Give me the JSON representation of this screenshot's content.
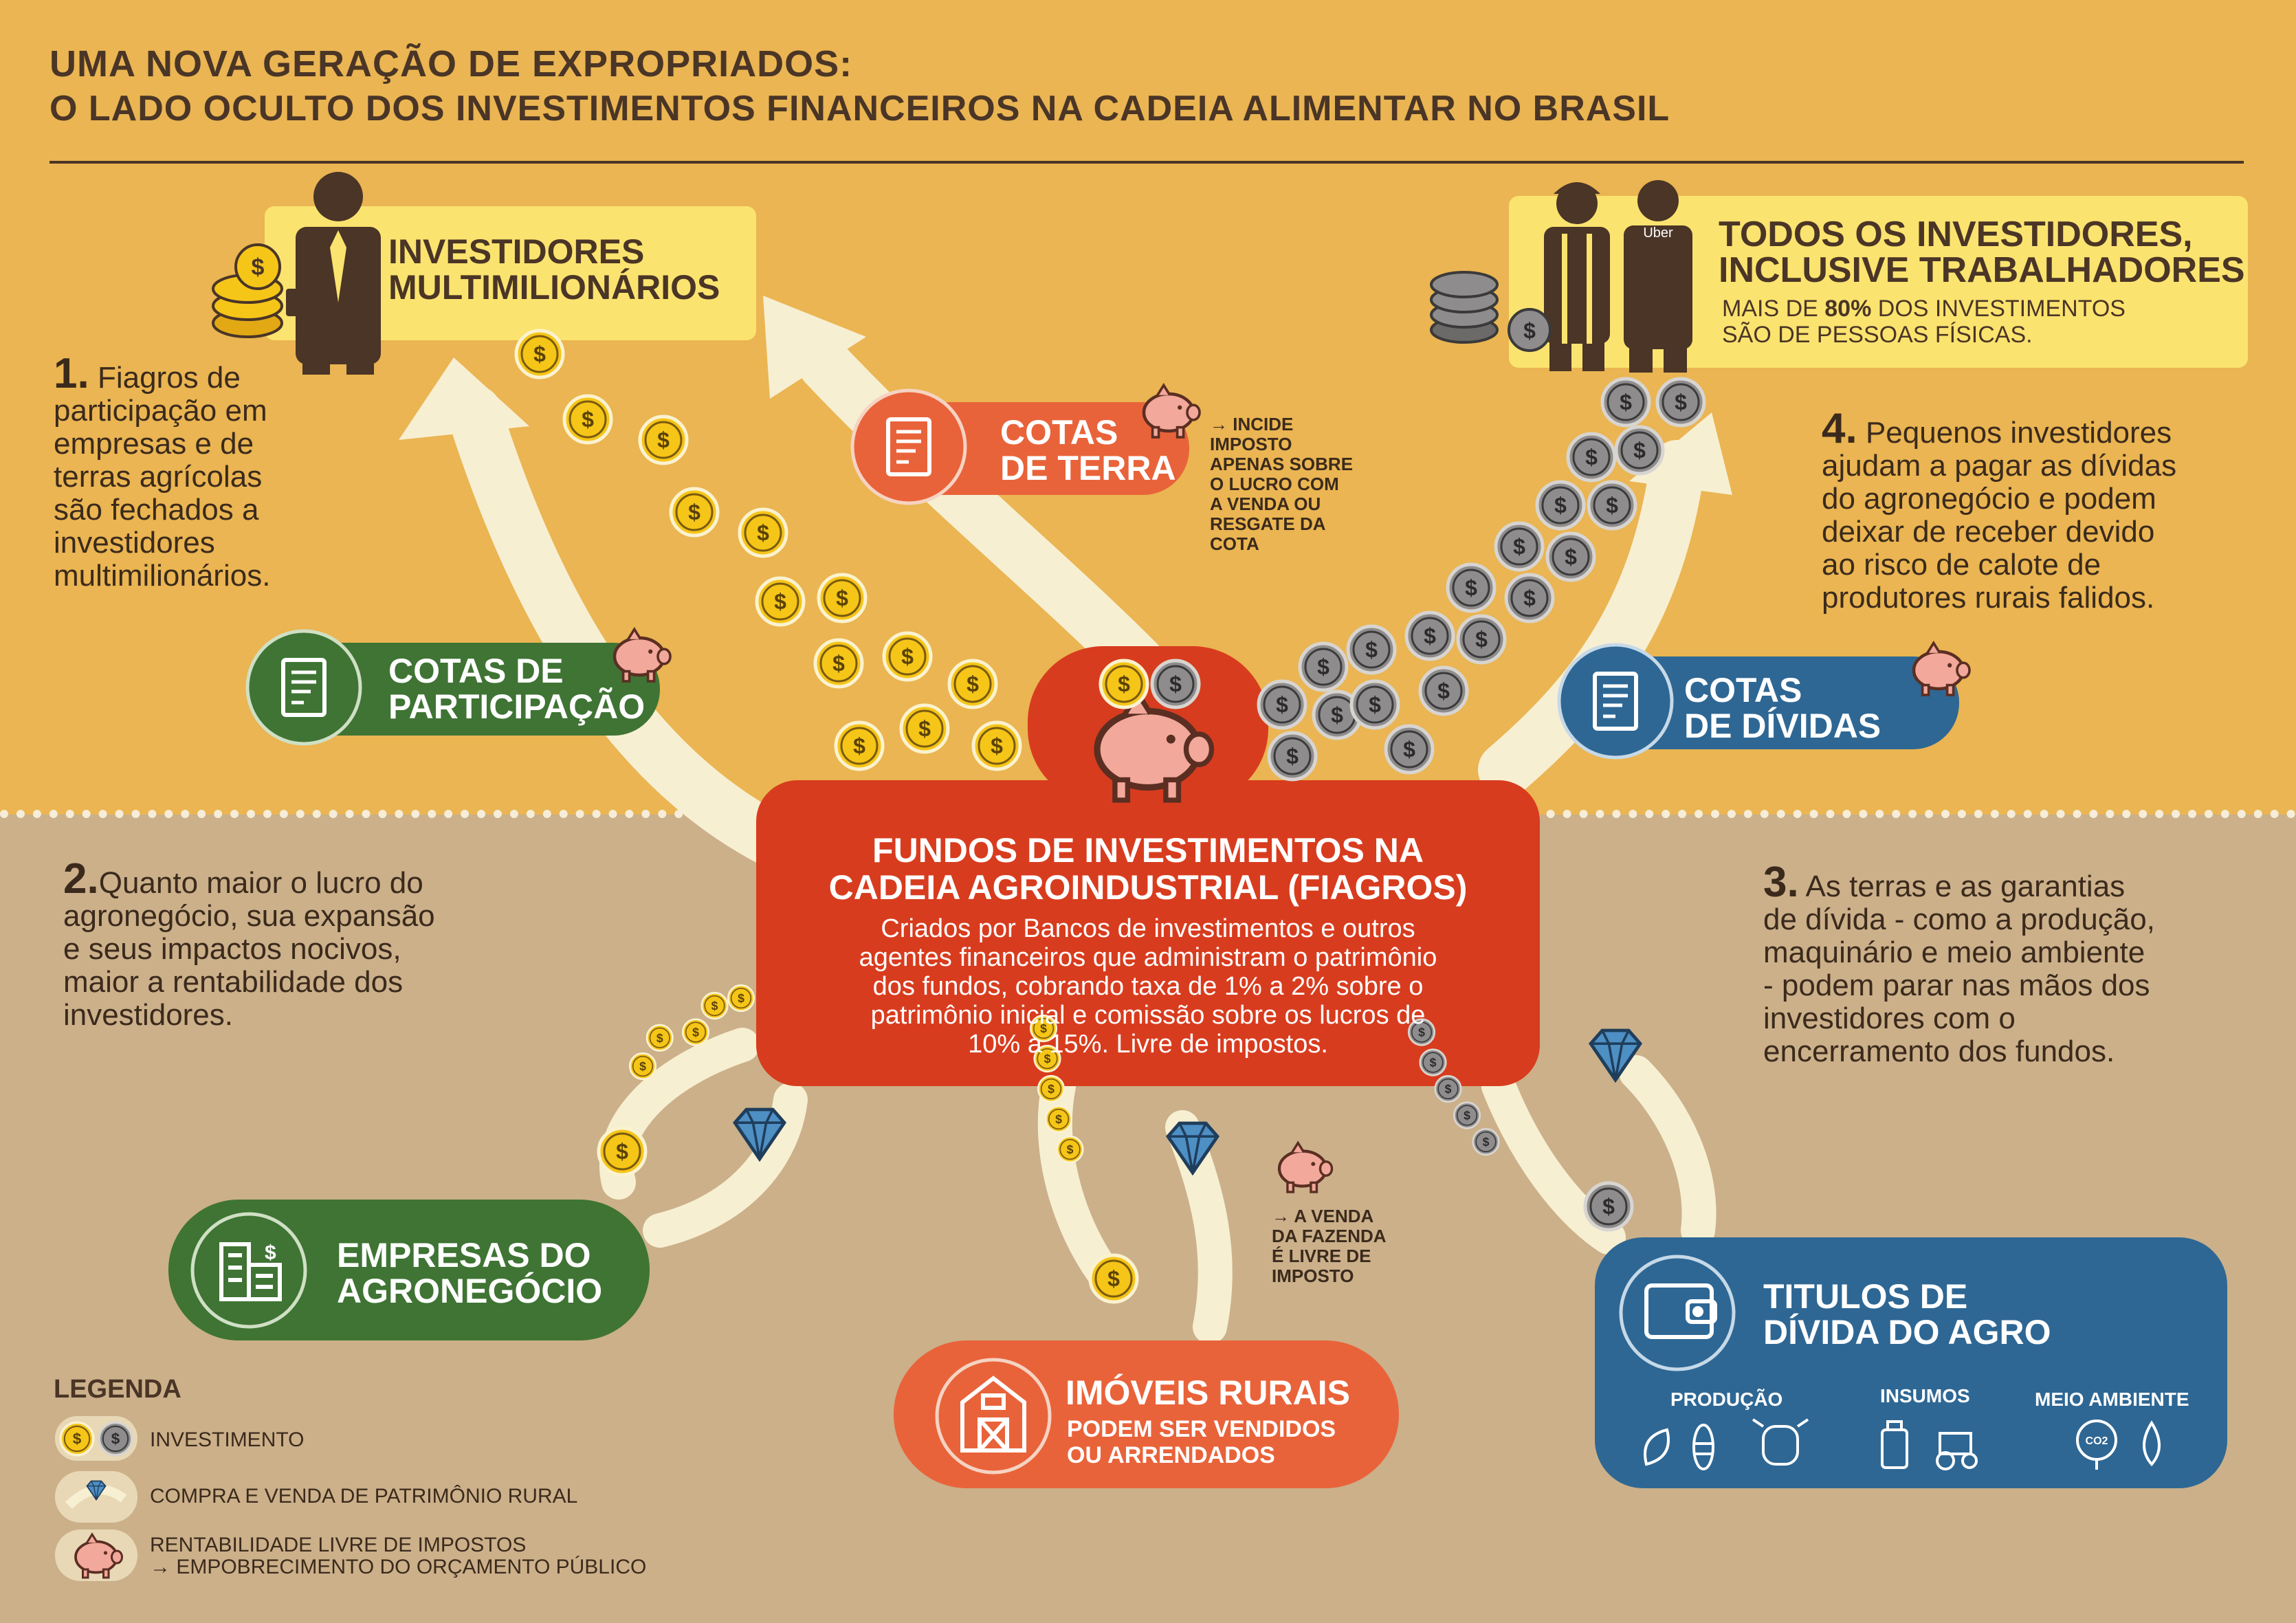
{
  "title": {
    "line1": "UMA NOVA GERAÇÃO DE EXPROPRIADOS:",
    "line2": "O LADO OCULTO DOS INVESTIMENTOS FINANCEIROS NA CADEIA ALIMENTAR NO BRASIL"
  },
  "investors_rich": {
    "label_l1": "INVESTIDORES",
    "label_l2": "MULTIMILIONÁRIOS"
  },
  "investors_all": {
    "label_l1": "TODOS OS INVESTIDORES,",
    "label_l2": "INCLUSIVE TRABALHADORES",
    "note_pre": "MAIS DE ",
    "note_bold": "80%",
    "note_post": " DOS INVESTIMENTOS",
    "note_l2": "SÃO DE PESSOAS FÍSICAS.",
    "uber_label": "Uber"
  },
  "cotas_terra": {
    "label_l1": "COTAS",
    "label_l2": "DE TERRA",
    "note": [
      "→ INCIDE",
      "IMPOSTO",
      "APENAS SOBRE",
      "O LUCRO COM",
      "A VENDA OU",
      "RESGATE DA",
      "COTA"
    ]
  },
  "cotas_participacao": {
    "label_l1": "COTAS DE",
    "label_l2": "PARTICIPAÇÃO"
  },
  "cotas_dividas": {
    "label_l1": "COTAS",
    "label_l2": "DE DÍVIDAS"
  },
  "fund": {
    "title_l1": "FUNDOS DE INVESTIMENTOS NA",
    "title_l2": "CADEIA AGROINDUSTRIAL (FIAGROS)",
    "desc": [
      "Criados por Bancos de investimentos e outros",
      "agentes financeiros que administram o patrimônio",
      "dos fundos, cobrando taxa de 1% a 2% sobre o",
      "patrimônio inicial e comissão sobre os lucros de",
      "10% a 15%. Livre de impostos."
    ]
  },
  "point1": {
    "num": "1.",
    "lines": [
      "Fiagros de",
      "participação em",
      "empresas e de",
      "terras agrícolas",
      "são fechados a",
      "investidores",
      "multimilionários."
    ]
  },
  "point2": {
    "num": "2.",
    "lines": [
      "Quanto maior o lucro do",
      "agronegócio, sua expansão",
      "e seus impactos nocivos,",
      "maior a rentabilidade dos",
      "investidores."
    ]
  },
  "point3": {
    "num": "3.",
    "lines": [
      "As terras e as garantias",
      "de dívida - como a produção,",
      "maquinário e meio ambiente",
      "- podem parar nas mãos dos",
      "investidores com o",
      "encerramento dos fundos."
    ]
  },
  "point4": {
    "num": "4.",
    "lines": [
      "Pequenos investidores",
      "ajudam a pagar as dívidas",
      "do agronegócio e podem",
      "deixar de receber devido",
      "ao risco de calote de",
      "produtores rurais falidos."
    ]
  },
  "empresas": {
    "label_l1": "EMPRESAS DO",
    "label_l2": "AGRONEGÓCIO"
  },
  "imoveis": {
    "label": "IMÓVEIS RURAIS",
    "sub_l1": "PODEM SER VENDIDOS",
    "sub_l2": "OU ARRENDADOS"
  },
  "venda_note": [
    "→ A VENDA",
    "DA FAZENDA",
    "É LIVRE DE",
    "IMPOSTO"
  ],
  "titulos": {
    "label_l1": "TITULOS DE",
    "label_l2": "DÍVIDA DO AGRO",
    "cat1": "PRODUÇÃO",
    "cat2": "INSUMOS",
    "cat3": "MEIO AMBIENTE",
    "co2": "CO2"
  },
  "legend": {
    "title": "LEGENDA",
    "item1": "INVESTIMENTO",
    "item2": "COMPRA E VENDA DE PATRIMÔNIO RURAL",
    "item3_l1": "RENTABILIDADE LIVRE DE IMPOSTOS",
    "item3_l2": "→ EMPOBRECIMENTO DO ORÇAMENTO PÚBLICO"
  },
  "colors": {
    "top_bg": "#eab552",
    "bottom_bg": "#cbb08a",
    "arrow": "#f7efd2",
    "fund_red": "#d83c1e",
    "terra_orange": "#e9633a",
    "green": "#3f7434",
    "blue": "#2e6794",
    "yellow_box": "#fbe36f",
    "dark_brown": "#4a3526",
    "coin_gold": "#f5c518",
    "coin_grey": "#8e8c8c"
  },
  "icons": [
    "dollar-coin-icon",
    "grey-coin-icon",
    "piggy-bank-icon",
    "document-icon",
    "diamond-icon",
    "businessman-icon",
    "worker-icon",
    "driver-icon",
    "building-icon",
    "barn-icon",
    "wallet-icon",
    "bean-icon",
    "corn-icon",
    "cow-icon",
    "bottle-icon",
    "tractor-icon",
    "tree-co2-icon",
    "drop-icon",
    "coin-stack-icon"
  ]
}
